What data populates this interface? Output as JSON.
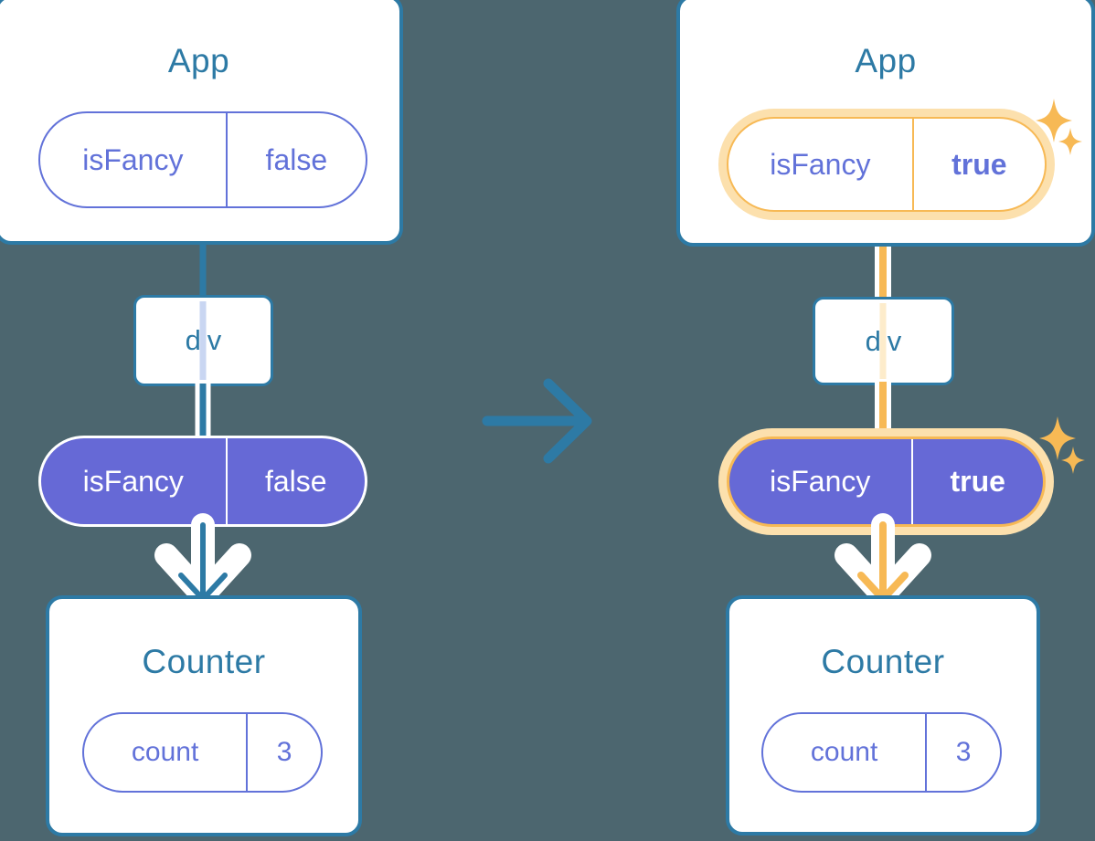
{
  "diagram": {
    "title": "React state lifting diagram: isFancy false to true",
    "background_color": "#4c666f",
    "palette": {
      "card_border": "#2d7aa5",
      "title_text": "#2d7aa5",
      "pill_outline": "#6272d9",
      "pill_filled": "#6669d6",
      "highlight": "#f7b955",
      "highlight_glow": "#fce0ad",
      "white": "#ffffff"
    }
  },
  "transition_arrow": {
    "icon": "arrow-right-icon",
    "color": "#2d7aa5"
  },
  "before": {
    "app_card": {
      "title": "App",
      "state_pill": {
        "name": "isFancy",
        "value": "false",
        "style": "outline",
        "highlighted": false
      }
    },
    "div_node": {
      "label": "div"
    },
    "prop_pill": {
      "name": "isFancy",
      "value": "false",
      "style": "filled",
      "highlighted": false
    },
    "counter_card": {
      "title": "Counter",
      "state_pill": {
        "name": "count",
        "value": "3",
        "style": "outline",
        "highlighted": false
      }
    },
    "connector_color": "#2d7aa5"
  },
  "after": {
    "app_card": {
      "title": "App",
      "state_pill": {
        "name": "isFancy",
        "value": "true",
        "style": "outline",
        "highlighted": true
      },
      "sparkles": [
        "sparkle-large",
        "sparkle-small"
      ]
    },
    "div_node": {
      "label": "div"
    },
    "prop_pill": {
      "name": "isFancy",
      "value": "true",
      "style": "filled",
      "highlighted": true,
      "sparkles": [
        "sparkle-large",
        "sparkle-small"
      ]
    },
    "counter_card": {
      "title": "Counter",
      "state_pill": {
        "name": "count",
        "value": "3",
        "style": "outline",
        "highlighted": false
      }
    },
    "connector_color": "#f7b955"
  }
}
